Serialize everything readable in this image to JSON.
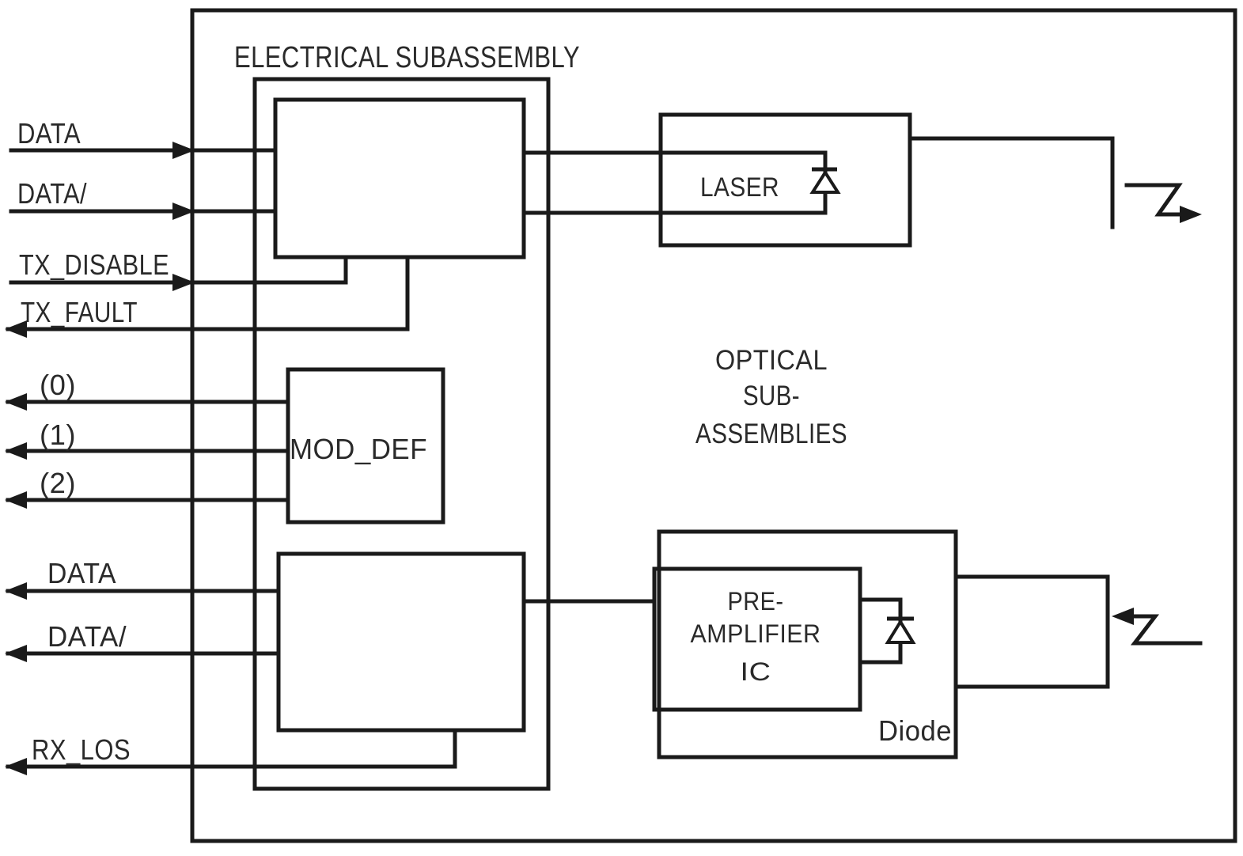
{
  "colors": {
    "ink": "#1a1a1a",
    "paper": "#ffffff"
  },
  "titles": {
    "electrical": "ELECTRICAL SUBASSEMBLY",
    "optical": {
      "l1": "OPTICAL",
      "l2": "SUB-",
      "l3": "ASSEMBLIES"
    }
  },
  "blocks": {
    "mod_def": "MOD_DEF",
    "laser": "LASER",
    "preamp": {
      "l1": "PRE-",
      "l2": "AMPLIFIER",
      "l3": "IC"
    },
    "photodiode_caption": "Diode"
  },
  "signals": {
    "tx": {
      "data": "DATA",
      "data_bar": "DATA/",
      "disable": "TX_DISABLE",
      "fault": "TX_FAULT"
    },
    "mod_def_pins": {
      "p0": "(0)",
      "p1": "(1)",
      "p2": "(2)"
    },
    "rx": {
      "data": "DATA",
      "data_bar": "DATA/",
      "los": "RX_LOS"
    }
  }
}
